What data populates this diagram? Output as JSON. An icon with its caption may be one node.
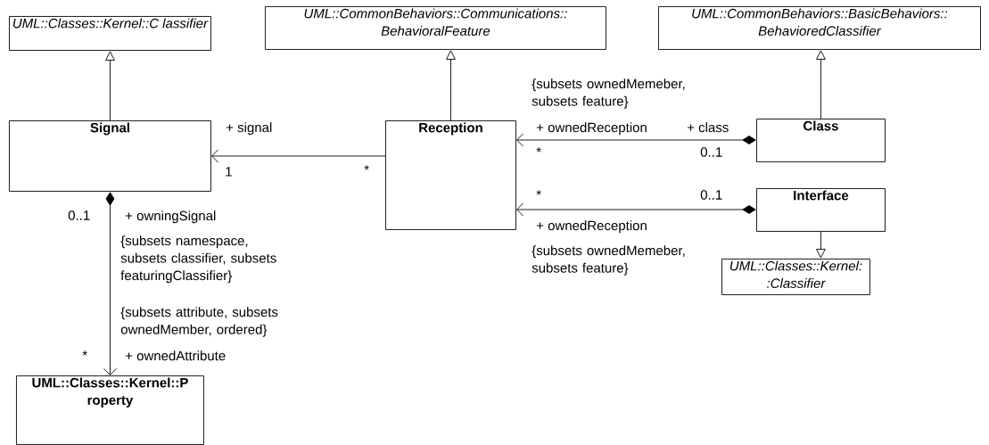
{
  "diagram": {
    "nodes": [
      {
        "text": [
          "UML::Classes::Kernel::C lassifier"
        ]
      },
      {
        "text": [
          "UML::CommonBehaviors::Communications:: BehavioralFeature"
        ]
      },
      {
        "text": [
          "UML::CommonBehaviors::BasicBehaviors:: BehavioredClassifier"
        ]
      },
      {
        "text": [
          "Signal"
        ]
      },
      {
        "text": [
          "Reception"
        ]
      },
      {
        "text": [
          "Class"
        ]
      },
      {
        "text": [
          "Interface"
        ]
      },
      {
        "text": [
          "UML::Classes::Kernel: :Classifier"
        ]
      },
      {
        "text": [
          "UML::Classes::Kernel::P roperty"
        ]
      }
    ],
    "edges": [
      {
        "from": 3,
        "to": 0,
        "arrow": "to"
      },
      {
        "from": 4,
        "to": 1,
        "arrow": "to"
      },
      {
        "from": 5,
        "to": 2,
        "arrow": "to"
      },
      {
        "from": 6,
        "to": 7,
        "arrow": "to"
      },
      {
        "from": 4,
        "to": 3,
        "arrow": "to"
      },
      {
        "from": 5,
        "to": 4,
        "arrow": "to"
      },
      {
        "from": 6,
        "to": 4,
        "arrow": "to"
      },
      {
        "from": 3,
        "to": 8,
        "arrow": "to"
      }
    ],
    "labels": [
      "{subsets ownedMemeber, subsets feature}",
      "+ signal",
      "+ ownedReception",
      "+ class",
      "1",
      "*",
      "*",
      "0..1",
      "*",
      "0..1",
      "+ ownedReception",
      "0..1",
      "+ owningSignal",
      "{subsets ownedMemeber, subsets feature}",
      "{subsets namespace, subsets classifier, subsets featuringClassifier}",
      "{subsets attribute, subsets ownedMember, ordered}",
      "*",
      "+ ownedAttribute"
    ]
  }
}
